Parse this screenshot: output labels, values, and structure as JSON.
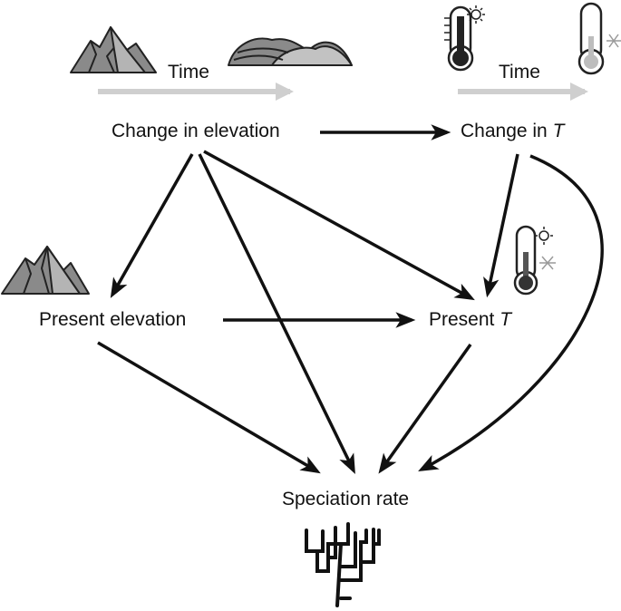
{
  "labels": {
    "time_left": "Time",
    "time_right": "Time",
    "change_elevation": "Change in elevation",
    "change_t_prefix": "Change in ",
    "change_t_symbol": "T",
    "present_elevation": "Present elevation",
    "present_t_prefix": "Present ",
    "present_t_symbol": "T",
    "speciation_rate": "Speciation rate"
  },
  "colors": {
    "arrow": "#111111",
    "time_arrow": "#cfcfcf",
    "mountain_dark": "#6e6e6e",
    "mountain_light": "#b9b9b9"
  },
  "icons": [
    "mountains-icon",
    "eroded-mountains-icon",
    "thermometer-hot-icon",
    "thermometer-cold-icon",
    "thermometer-sun-snow-icon",
    "phylogeny-tree-icon"
  ]
}
